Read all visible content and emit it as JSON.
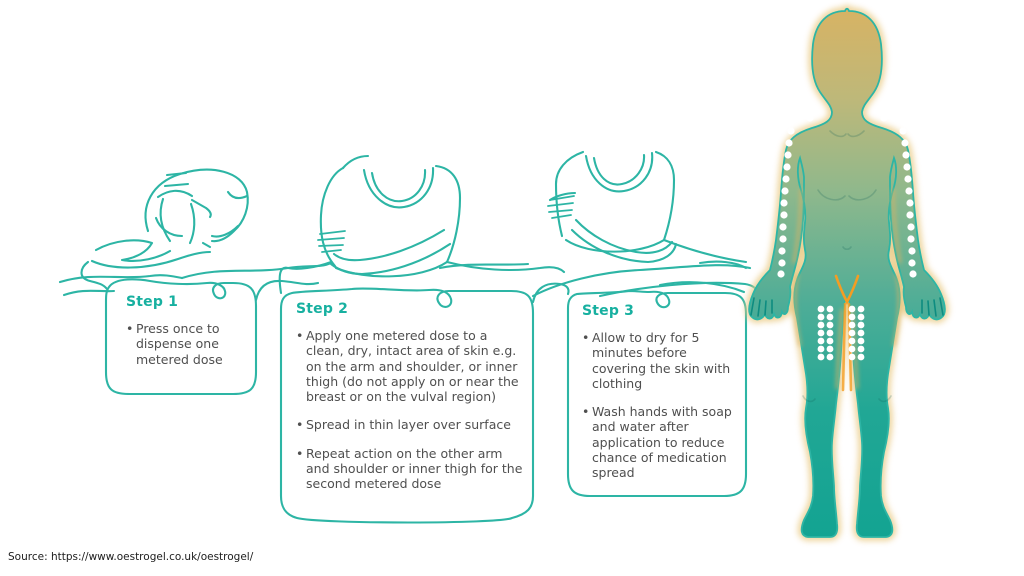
{
  "colors": {
    "teal_line": "#2db5a5",
    "teal_heading": "#17b0a0",
    "body_text": "#4f4f4f",
    "source_text": "#1c1c1c",
    "gold": "#d7b364",
    "sage": "#8fb88c",
    "body_teal": "#12a392",
    "orange": "#f49d23",
    "dot_white": "#ffffff"
  },
  "steps": [
    {
      "title": "Step 1",
      "bullets": [
        "Press once to dispense one metered dose"
      ]
    },
    {
      "title": "Step 2",
      "bullets": [
        "Apply one metered dose to a clean, dry, intact area of skin e.g. on the arm and shoulder, or inner thigh (do not apply on or near the breast or on the vulval region)",
        "Spread in thin layer over surface",
        "Repeat action on the other arm and shoulder or inner thigh for the second metered dose"
      ]
    },
    {
      "title": "Step 3",
      "bullets": [
        "Allow to dry for 5 minutes before covering the skin with clothing",
        "Wash hands with soap and water after application to reduce chance of medication spread"
      ]
    }
  ],
  "source": {
    "text": "Source: https://www.oestrogel.co.uk/oestrogel/"
  },
  "illustrations": [
    "hand-pressing-pump-dispenser",
    "applying-gel-to-arm-and-shoulder",
    "applying-gel-to-shoulder"
  ],
  "body_diagram": {
    "figure": "female-body-front",
    "application_dots_per_arm": 15,
    "application_dots_per_thigh": 14,
    "marked_sites": "arms, shoulders and inner thighs",
    "avoid_marker": "vulval region highlighted orange"
  }
}
